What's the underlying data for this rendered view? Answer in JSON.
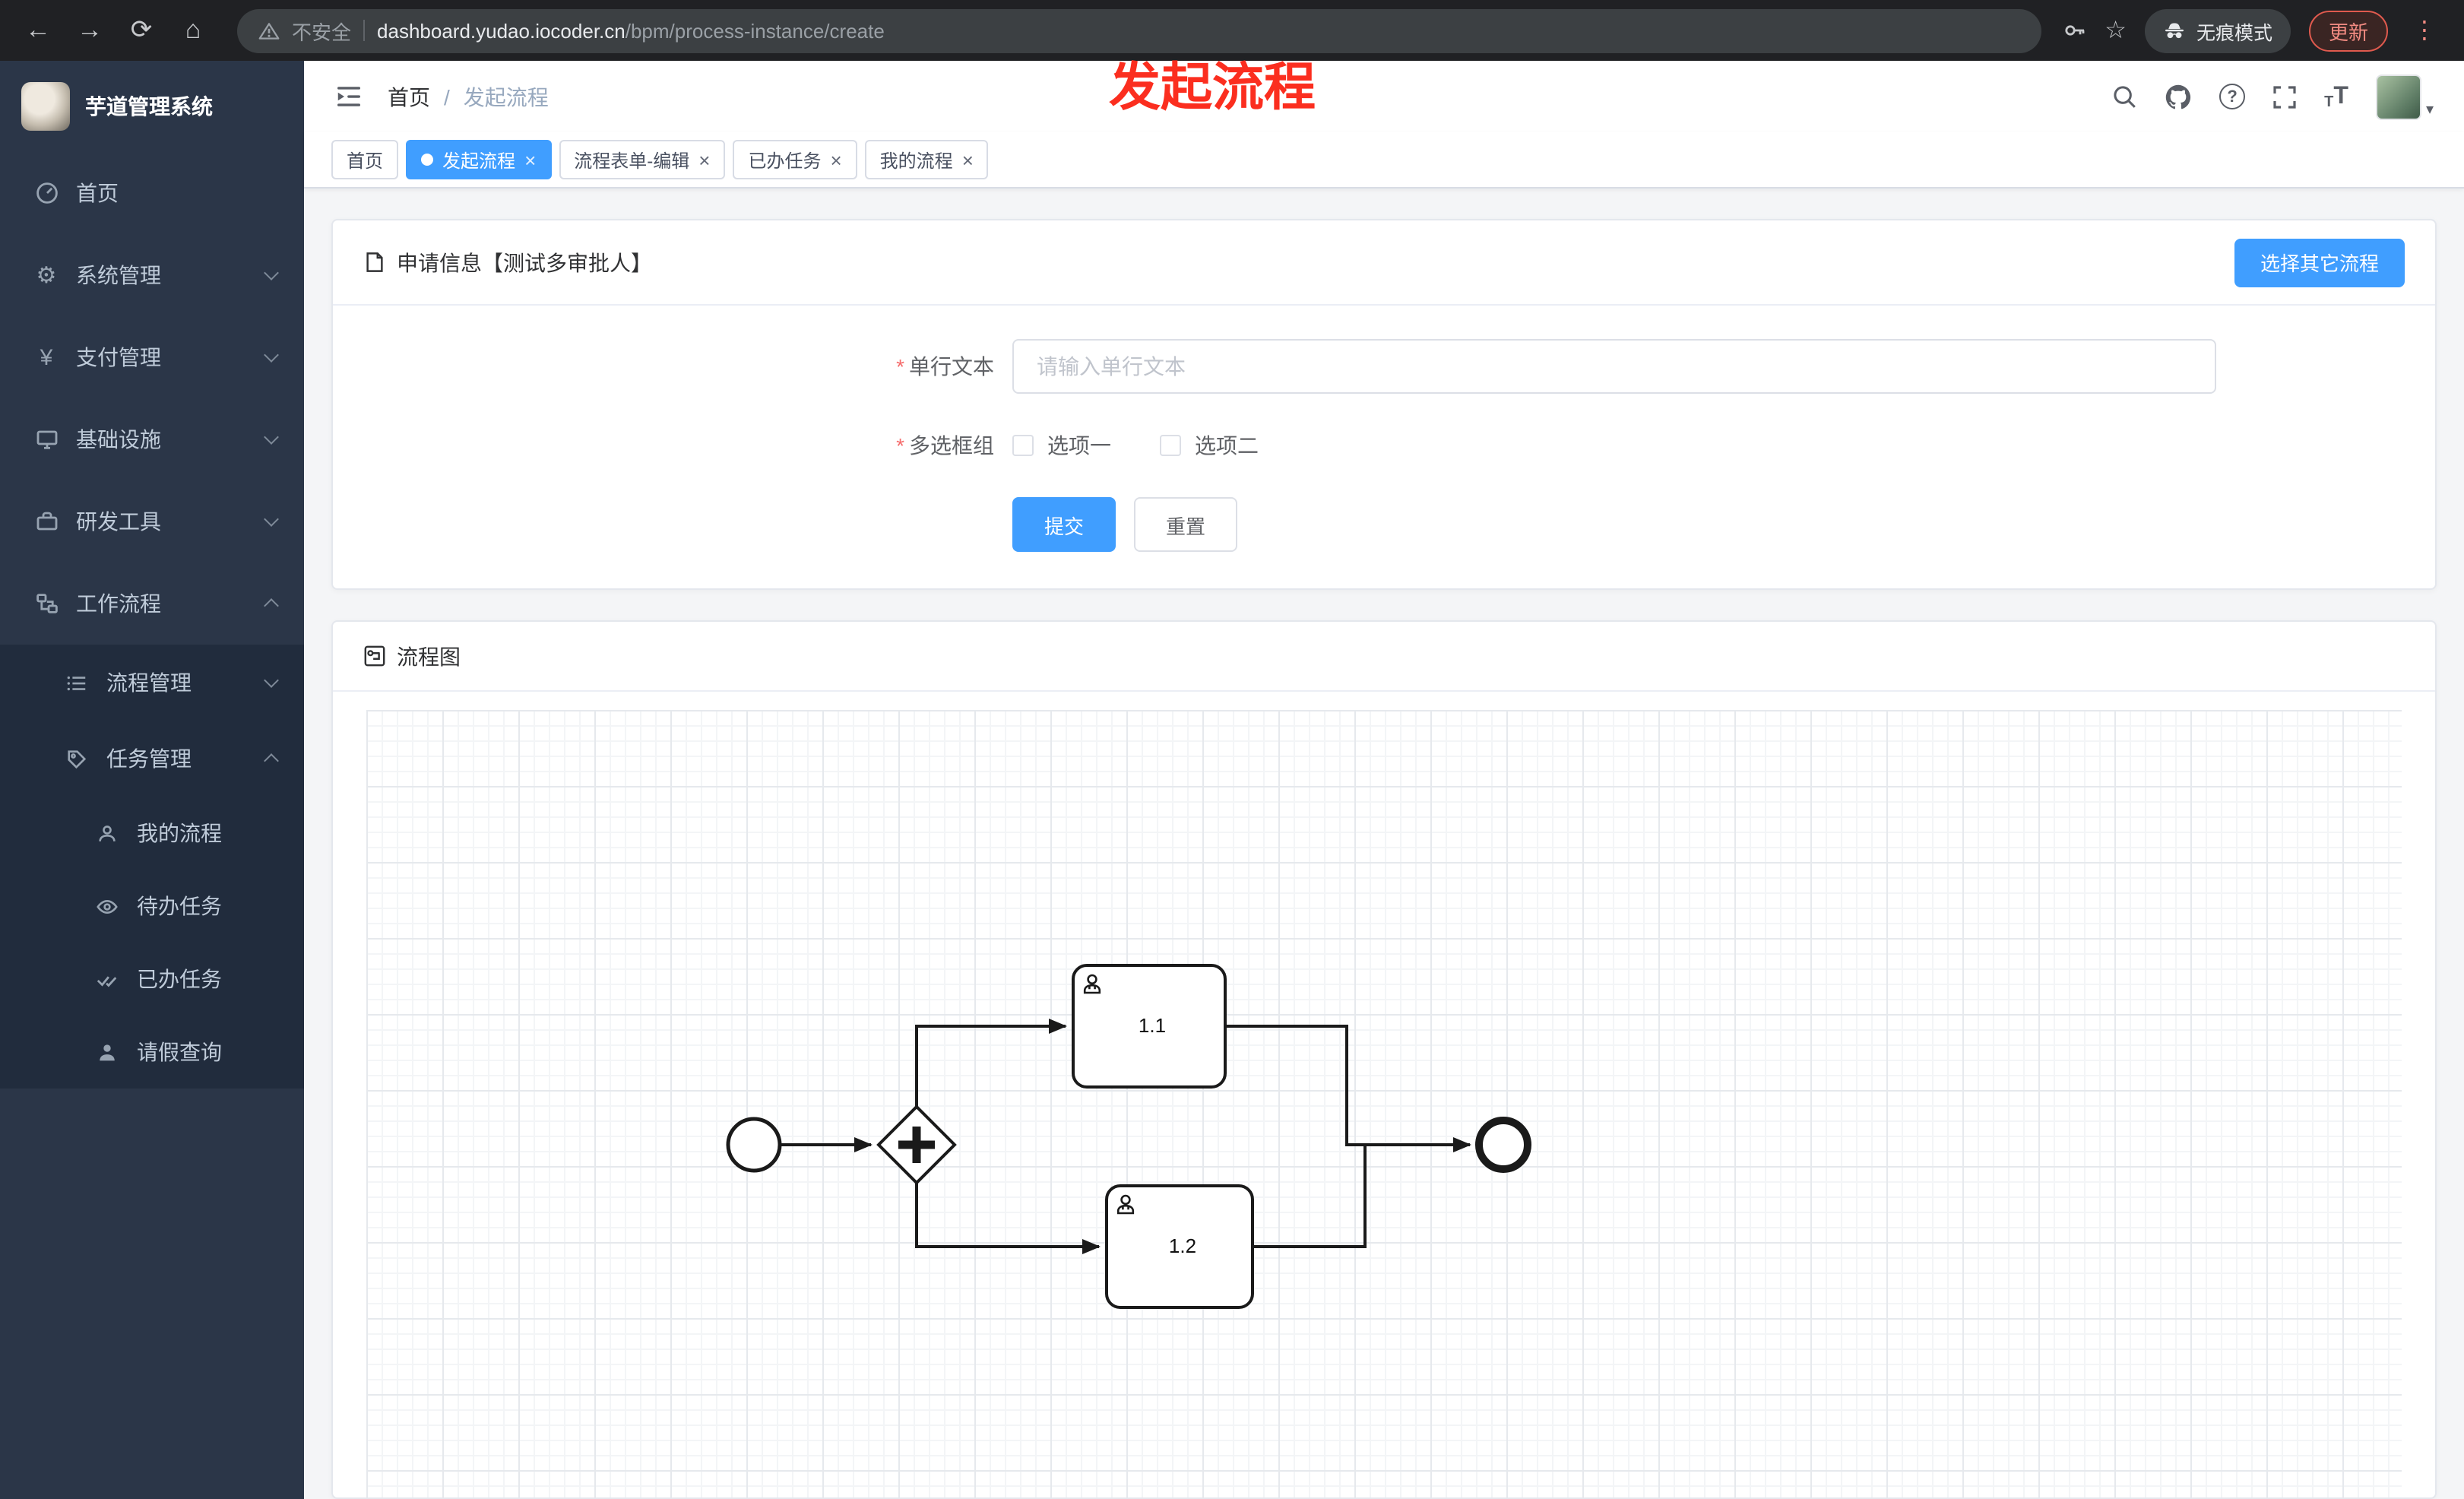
{
  "glyphs": {
    "back": "←",
    "forward": "→",
    "refresh": "⟳",
    "home": "⌂",
    "star": "☆",
    "menu_dots": "⋮",
    "gear": "⚙",
    "yen": "¥",
    "help": "?",
    "close": "×",
    "required": "*",
    "breadcrumb_separator": "/",
    "caret_down": "▾",
    "font_large": "T",
    "font_small": "T"
  },
  "browser": {
    "security_label": "不安全",
    "url_domain": "dashboard.yudao.iocoder.cn",
    "url_path": "/bpm/process-instance/create",
    "incognito_label": "无痕模式",
    "update_label": "更新"
  },
  "annotation": {
    "overlay_text": "发起流程"
  },
  "sidebar": {
    "app_title": "芋道管理系统",
    "items": [
      {
        "label": "首页",
        "icon": "dashboard-icon",
        "expandable": false,
        "state": ""
      },
      {
        "label": "系统管理",
        "icon": "gear-icon",
        "expandable": true,
        "state": "collapsed"
      },
      {
        "label": "支付管理",
        "icon": "yen-icon",
        "expandable": true,
        "state": "collapsed"
      },
      {
        "label": "基础设施",
        "icon": "monitor-icon",
        "expandable": true,
        "state": "collapsed"
      },
      {
        "label": "研发工具",
        "icon": "toolbox-icon",
        "expandable": true,
        "state": "collapsed"
      },
      {
        "label": "工作流程",
        "icon": "workflow-icon",
        "expandable": true,
        "state": "expanded"
      }
    ],
    "workflow_children": [
      {
        "label": "流程管理",
        "icon": "list-icon",
        "expandable": true,
        "state": "collapsed"
      },
      {
        "label": "任务管理",
        "icon": "tag-icon",
        "expandable": true,
        "state": "expanded"
      }
    ],
    "task_children": [
      {
        "label": "我的流程",
        "icon": "person-chat-icon"
      },
      {
        "label": "待办任务",
        "icon": "eye-icon"
      },
      {
        "label": "已办任务",
        "icon": "double-check-icon"
      }
    ],
    "extra_items": [
      {
        "label": "请假查询",
        "icon": "person-icon"
      }
    ]
  },
  "header": {
    "breadcrumb": [
      {
        "label": "首页"
      },
      {
        "label": "发起流程"
      }
    ]
  },
  "tabs": [
    {
      "label": "首页",
      "active": false,
      "closable": false
    },
    {
      "label": "发起流程",
      "active": true,
      "closable": true
    },
    {
      "label": "流程表单-编辑",
      "active": false,
      "closable": true
    },
    {
      "label": "已办任务",
      "active": false,
      "closable": true
    },
    {
      "label": "我的流程",
      "active": false,
      "closable": true
    }
  ],
  "form_card": {
    "title": "申请信息【测试多审批人】",
    "switch_button": "选择其它流程",
    "text_field": {
      "label": "单行文本",
      "placeholder": "请输入单行文本",
      "value": ""
    },
    "checkbox_group": {
      "label": "多选框组",
      "options": [
        {
          "label": "选项一",
          "checked": false
        },
        {
          "label": "选项二",
          "checked": false
        }
      ]
    },
    "submit_label": "提交",
    "reset_label": "重置"
  },
  "diagram_card": {
    "title": "流程图",
    "nodes": {
      "start": {
        "type": "start-event"
      },
      "gateway": {
        "type": "parallel-gateway"
      },
      "task1": {
        "label": "1.1",
        "type": "user-task"
      },
      "task2": {
        "label": "1.2",
        "type": "user-task"
      },
      "end": {
        "type": "end-event"
      }
    }
  },
  "colors": {
    "primary": "#409eff",
    "annotation_red": "#fb2e1f",
    "sidebar_bg": "#2b3648"
  }
}
